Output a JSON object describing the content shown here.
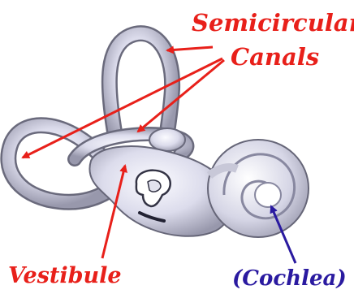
{
  "labels": {
    "semicircular": "Semicircular",
    "canals": "Canals",
    "vestibule": "Vestibule",
    "cochlea": "(Cochlea)"
  },
  "colors": {
    "label_red": "#e8201a",
    "label_blue": "#2a1aa0",
    "structure_fill": "#dcdcec",
    "structure_stroke": "#555566"
  }
}
